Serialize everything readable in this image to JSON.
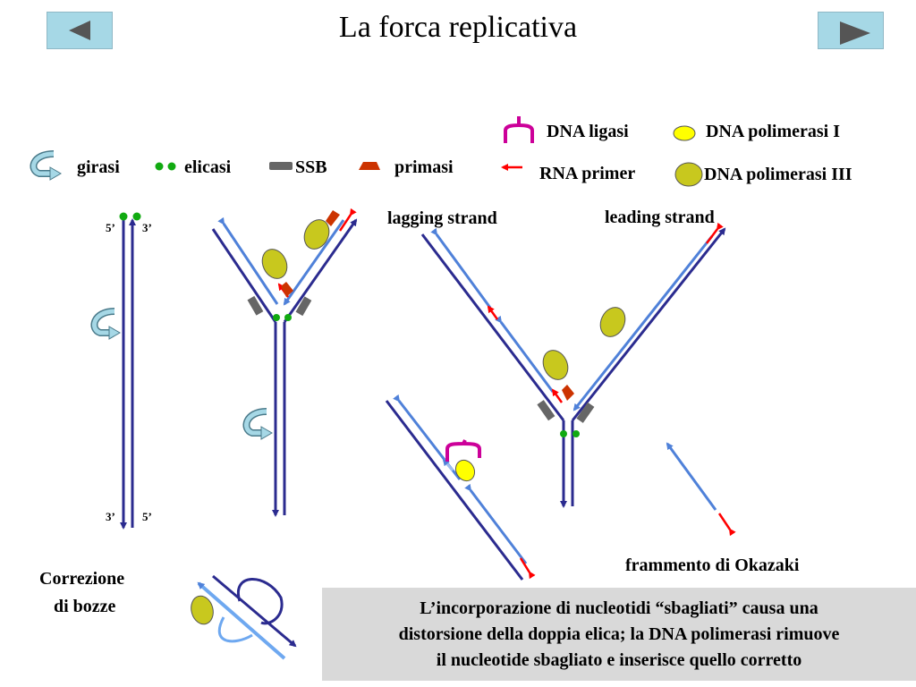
{
  "title": "La forca replicativa",
  "nav": {
    "prev_icon": "triangle-left-icon",
    "next_icon": "triangle-right-icon"
  },
  "legend": {
    "girasi": "girasi",
    "elicasi": "elicasi",
    "ssb": "SSB",
    "primasi": "primasi",
    "dna_ligasi": "DNA ligasi",
    "dna_pol_1": "DNA polimerasi I",
    "rna_primer": "RNA primer",
    "dna_pol_3": "DNA polimerasi III"
  },
  "strand_ends": {
    "top_left": "5’",
    "top_right": "3’",
    "bottom_left": "3’",
    "bottom_right": "5’"
  },
  "labels": {
    "lagging": "lagging strand",
    "leading": "leading strand",
    "okazaki": "frammento di Okazaki",
    "proofreading_line1": "Correzione",
    "proofreading_line2": "di bozze"
  },
  "note": {
    "line1": "L’incorporazione di nucleotidi “sbagliati” causa una",
    "line2": "distorsione della doppia elica; la DNA polimerasi rimuove",
    "line3": "il nucleotide sbagliato e inserisce quello corretto"
  },
  "colors": {
    "dark_strand": "#2b2b8f",
    "light_strand": "#4f81d9",
    "primer": "#ff0000",
    "pol3": "#c8c81e",
    "pol1": "#ffff00",
    "ligase": "#cc0099",
    "helicase": "#11aa11",
    "ssb": "#666666",
    "primase": "#cc3300",
    "nav": "#a6d8e6",
    "note_bg": "#d9d9d9"
  }
}
